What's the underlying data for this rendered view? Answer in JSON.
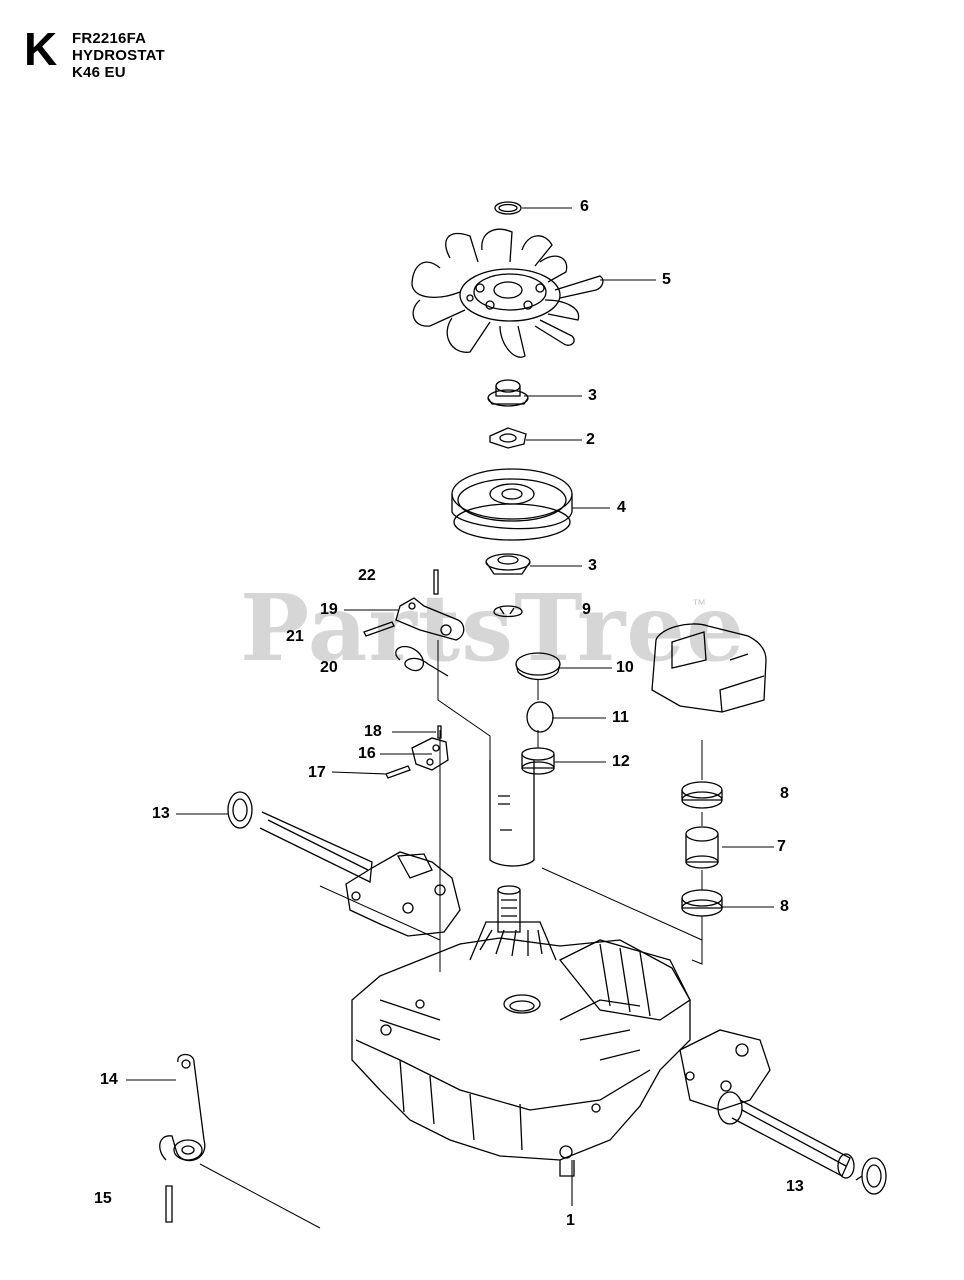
{
  "header": {
    "section_letter": "K",
    "model_code": "FR2216FA",
    "assembly_title": "HYDROSTAT K46 EU"
  },
  "watermark": {
    "text": "PartsTree",
    "trademark": "™"
  },
  "callouts": {
    "c1": "1",
    "c2": "2",
    "c3a": "3",
    "c3b": "3",
    "c4": "4",
    "c5": "5",
    "c6": "6",
    "c7": "7",
    "c8a": "8",
    "c8b": "8",
    "c9": "9",
    "c10": "10",
    "c11": "11",
    "c12": "12",
    "c13a": "13",
    "c13b": "13",
    "c14": "14",
    "c15": "15",
    "c16": "16",
    "c17": "17",
    "c18": "18",
    "c19": "19",
    "c20": "20",
    "c21": "21",
    "c22": "22"
  }
}
